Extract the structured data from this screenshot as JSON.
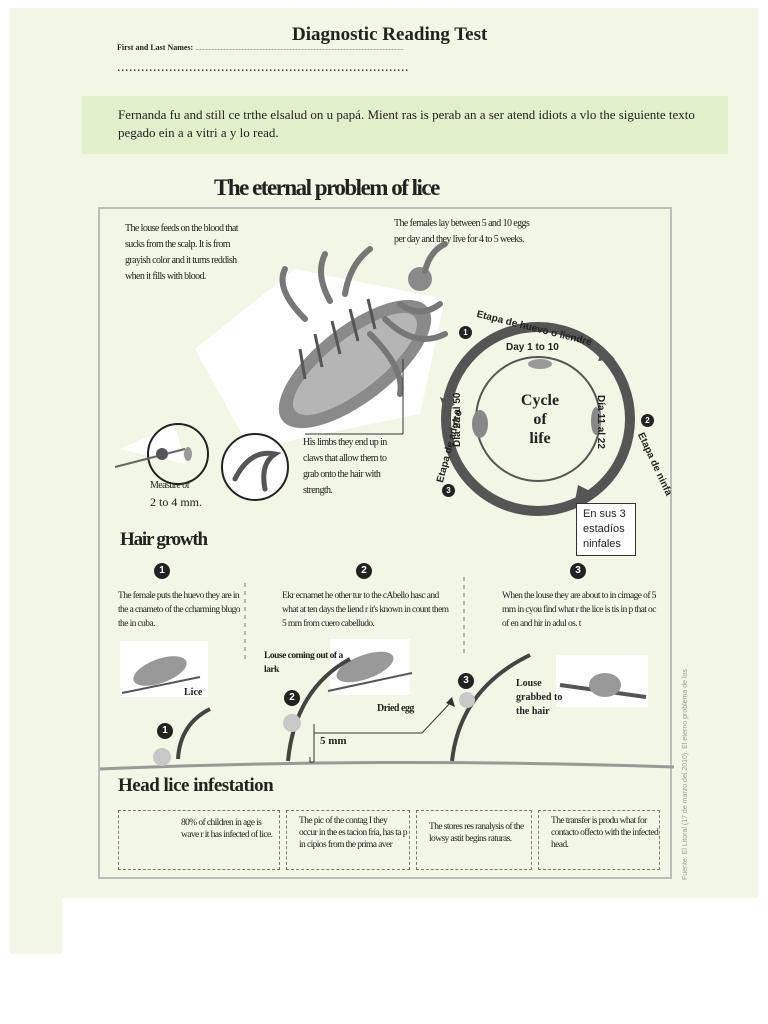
{
  "header": {
    "title": "Diagnostic Reading Test",
    "name_label": "First and Last Names:",
    "name_dots": "...........................................................................................................................................",
    "dots_line": "........................................................................."
  },
  "intro": {
    "text": "Fernanda fu and still ce trthe elsalud on u papá. Mient ras is perab an a ser atend idiots a vlo the siguiente texto pegado ein a a vitri a y lo read."
  },
  "poster": {
    "title": "The eternal problem of lice",
    "louse_feeds": "The louse feeds on the blood that sucks from the scalp. It is from grayish color and it turns reddish when it fills with blood.",
    "females_lay": "The females lay between 5 and 10 eggs per day and they live for 4 to 5 weeks.",
    "measure_label": "Measure of",
    "measure_value": "2 to 4 mm.",
    "limbs": "His limbs they end up in claws that allow them to grab onto the hair with strength.",
    "cycle": {
      "center": [
        "Cycle",
        "of",
        "life"
      ],
      "stage1": "Etapa de huevo o liendre",
      "stage1_num": "1",
      "stage2": "Etapa de ninfa",
      "stage2_num": "2",
      "stage3": "Etapa de adulto",
      "stage3_num": "3",
      "day_top": "Day 1 to 10",
      "day_right": "Día 11 al 22",
      "day_left": "Día 23 al 50",
      "nymph_box": [
        "En sus 3",
        "estadíos",
        "ninfales"
      ]
    },
    "hair_growth": {
      "heading": "Hair growth",
      "col_nums": [
        "1",
        "2",
        "3"
      ],
      "col1": "The female puts the huevo they are in the a cnameto of the ccharming blugo the in cuba.",
      "col2": "Ekr ecnamet he other tur to the cAbello hasc and what at ten days the liend r it's known in count them 5 mm from cuero cabelludo.",
      "col3": "When the louse they are about to in cimage of 5 mm in cyou find what r the lice is tis in p that oc of en and hir in adul os. t",
      "labels": {
        "lice": "Lice",
        "coming_out": "Louse coming out of a lark",
        "dried_egg": "Dried egg",
        "grabbed": "Louse grabbed to the hair",
        "mm": "5 mm"
      },
      "stage_nums": [
        "1",
        "2",
        "3"
      ]
    },
    "infestation": {
      "heading": "Head lice infestation",
      "pie_fraction": 0.8,
      "box1": "80% of children in age is wave r it has infected of lice.",
      "box2": "The pic of the contag I they occur in the es tacion fría, has ta p in cipios from the prima aver",
      "box3": "The stores res ranalysis of the lowsy astit begins raturas.",
      "box4": "The transfer is produ what for contacto offecto with the infected head."
    },
    "source": "Fuente: El Litoral (17 de marzo del 2010). El eterno problema de los"
  },
  "colors": {
    "sheet": "#f1f7e4",
    "intro_band": "#e2efcb",
    "dark": "#333333"
  }
}
